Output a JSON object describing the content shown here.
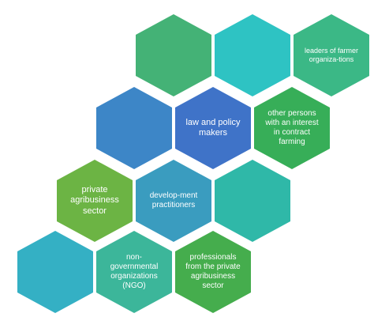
{
  "hexagons": [
    {
      "id": "h1",
      "label": "",
      "color": "#44b276"
    },
    {
      "id": "h2",
      "label": "",
      "color": "#2ec3c3"
    },
    {
      "id": "h3",
      "label": "leaders of farmer organiza-tions",
      "color": "#3bb886"
    },
    {
      "id": "h4",
      "label": "",
      "color": "#3d86c7"
    },
    {
      "id": "h5",
      "label": "law and policy makers",
      "color": "#3f73c8"
    },
    {
      "id": "h6",
      "label": "other persons with an interest in contract farming",
      "color": "#37ae58"
    },
    {
      "id": "h7",
      "label": "private agribusiness sector",
      "color": "#6cb444"
    },
    {
      "id": "h8",
      "label": "develop-ment practitioners",
      "color": "#3a9cbf"
    },
    {
      "id": "h9",
      "label": "",
      "color": "#2fb8a8"
    },
    {
      "id": "h10",
      "label": "",
      "color": "#34b0c4"
    },
    {
      "id": "h11",
      "label": "non-governmental organizations (NGO)",
      "color": "#3cb69a"
    },
    {
      "id": "h12",
      "label": "professionals from the private agribusiness sector",
      "color": "#45ad4d"
    }
  ]
}
